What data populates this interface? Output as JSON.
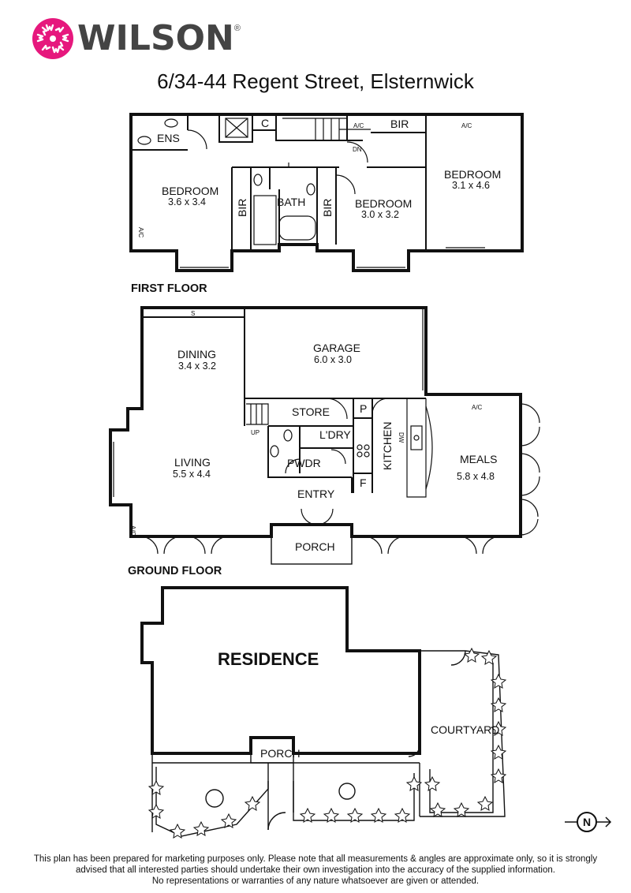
{
  "brand": {
    "name": "WILSON",
    "registered": "®",
    "accent_color": "#e6187d"
  },
  "address": "6/34-44 Regent Street, Elsternwick",
  "first_floor": {
    "label": "FIRST FLOOR",
    "rooms": {
      "ens": "ENS",
      "c": "C",
      "bir_top": "BIR",
      "ac_1": "A/C",
      "ac_2": "A/C",
      "ac_3": "A/C",
      "dn": "DN",
      "bedroom_1": "BEDROOM",
      "bedroom_1_dim": "3.6 x 3.4",
      "bir_left": "BIR",
      "bath": "BATH",
      "bir_right": "BIR",
      "bedroom_2": "BEDROOM",
      "bedroom_2_dim": "3.0 x 3.2",
      "bedroom_3": "BEDROOM",
      "bedroom_3_dim": "3.1 x 4.6"
    }
  },
  "ground_floor": {
    "label": "GROUND FLOOR",
    "rooms": {
      "s": "S",
      "dining": "DINING",
      "dining_dim": "3.4 x 3.2",
      "garage": "GARAGE",
      "garage_dim": "6.0 x 3.0",
      "store": "STORE",
      "p": "P",
      "up": "UP",
      "ldry": "L'DRY",
      "pwdr": "PWDR",
      "dw": "DW",
      "kitchen": "KITCHEN",
      "f": "F",
      "ac_1": "A/C",
      "ac_2": "A/C",
      "living": "LIVING",
      "living_dim": "5.5 x 4.4",
      "entry": "ENTRY",
      "meals": "MEALS",
      "meals_dim": "5.8 x 4.8",
      "porch": "PORCH"
    }
  },
  "site": {
    "residence": "RESIDENCE",
    "courtyard": "COURTYARD",
    "porch": "PORCH",
    "north": "N"
  },
  "disclaimer": {
    "line1": "This plan has been prepared for marketing purposes only. Please note that all measurements & angles are approximate only, so it is strongly",
    "line2": "advised that all interested parties should undertake their own investigation into the accuracy of the supplied information.",
    "line3": "No representations or warranties of any nature whatsoever are given or attended."
  }
}
